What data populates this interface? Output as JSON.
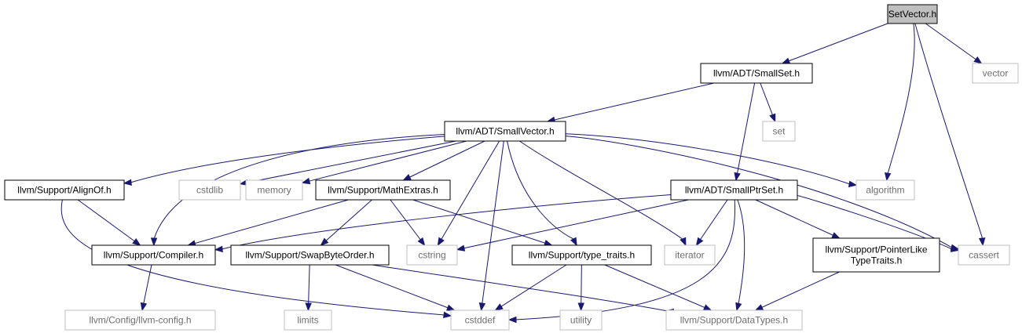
{
  "diagram": {
    "colors": {
      "edge": "#191970",
      "root_fill": "#bfbfbf",
      "node_border": "#000000",
      "external_border": "#bfbfbf",
      "external_text": "#6e6e6e"
    },
    "nodes": {
      "setvector": {
        "label": "SetVector.h",
        "kind": "root"
      },
      "smallset": {
        "label": "llvm/ADT/SmallSet.h",
        "kind": "internal"
      },
      "vector": {
        "label": "vector",
        "kind": "external"
      },
      "smallvector": {
        "label": "llvm/ADT/SmallVector.h",
        "kind": "internal"
      },
      "set": {
        "label": "set",
        "kind": "external"
      },
      "alignof": {
        "label": "llvm/Support/AlignOf.h",
        "kind": "internal"
      },
      "cstdlib": {
        "label": "cstdlib",
        "kind": "external"
      },
      "memory": {
        "label": "memory",
        "kind": "external"
      },
      "mathextras": {
        "label": "llvm/Support/MathExtras.h",
        "kind": "internal"
      },
      "smallptrset": {
        "label": "llvm/ADT/SmallPtrSet.h",
        "kind": "internal"
      },
      "algorithm": {
        "label": "algorithm",
        "kind": "external"
      },
      "compiler": {
        "label": "llvm/Support/Compiler.h",
        "kind": "internal"
      },
      "swapbyteorder": {
        "label": "llvm/Support/SwapByteOrder.h",
        "kind": "internal"
      },
      "cstring": {
        "label": "cstring",
        "kind": "external"
      },
      "typetraits": {
        "label": "llvm/Support/type_traits.h",
        "kind": "internal"
      },
      "iterator": {
        "label": "iterator",
        "kind": "external"
      },
      "pointerlike": {
        "label": "llvm/Support/PointerLike\nTypeTraits.h",
        "kind": "internal"
      },
      "cassert": {
        "label": "cassert",
        "kind": "external"
      },
      "llvmconfig": {
        "label": "llvm/Config/llvm-config.h",
        "kind": "external"
      },
      "limits": {
        "label": "limits",
        "kind": "external"
      },
      "cstddef": {
        "label": "cstddef",
        "kind": "external"
      },
      "utility": {
        "label": "utility",
        "kind": "external"
      },
      "datatypes": {
        "label": "llvm/Support/DataTypes.h",
        "kind": "external"
      }
    },
    "edges": [
      {
        "from": "setvector",
        "to": "smallset"
      },
      {
        "from": "setvector",
        "to": "vector"
      },
      {
        "from": "setvector",
        "to": "algorithm"
      },
      {
        "from": "setvector",
        "to": "cassert"
      },
      {
        "from": "smallset",
        "to": "smallvector"
      },
      {
        "from": "smallset",
        "to": "set"
      },
      {
        "from": "smallset",
        "to": "smallptrset"
      },
      {
        "from": "smallvector",
        "to": "alignof"
      },
      {
        "from": "smallvector",
        "to": "cstdlib"
      },
      {
        "from": "smallvector",
        "to": "memory"
      },
      {
        "from": "smallvector",
        "to": "mathextras"
      },
      {
        "from": "smallvector",
        "to": "compiler"
      },
      {
        "from": "smallvector",
        "to": "cstring"
      },
      {
        "from": "smallvector",
        "to": "cstddef"
      },
      {
        "from": "smallvector",
        "to": "typetraits"
      },
      {
        "from": "smallvector",
        "to": "iterator"
      },
      {
        "from": "smallvector",
        "to": "algorithm"
      },
      {
        "from": "smallvector",
        "to": "cassert"
      },
      {
        "from": "alignof",
        "to": "compiler"
      },
      {
        "from": "alignof",
        "to": "cstddef"
      },
      {
        "from": "mathextras",
        "to": "compiler"
      },
      {
        "from": "mathextras",
        "to": "swapbyteorder"
      },
      {
        "from": "mathextras",
        "to": "cstring"
      },
      {
        "from": "mathextras",
        "to": "typetraits"
      },
      {
        "from": "smallptrset",
        "to": "compiler"
      },
      {
        "from": "smallptrset",
        "to": "cstring"
      },
      {
        "from": "smallptrset",
        "to": "iterator"
      },
      {
        "from": "smallptrset",
        "to": "pointerlike"
      },
      {
        "from": "smallptrset",
        "to": "cassert"
      },
      {
        "from": "smallptrset",
        "to": "cstddef"
      },
      {
        "from": "smallptrset",
        "to": "datatypes"
      },
      {
        "from": "compiler",
        "to": "llvmconfig"
      },
      {
        "from": "swapbyteorder",
        "to": "limits"
      },
      {
        "from": "swapbyteorder",
        "to": "cstddef"
      },
      {
        "from": "swapbyteorder",
        "to": "datatypes"
      },
      {
        "from": "typetraits",
        "to": "cstddef"
      },
      {
        "from": "typetraits",
        "to": "utility"
      },
      {
        "from": "typetraits",
        "to": "datatypes"
      },
      {
        "from": "pointerlike",
        "to": "datatypes"
      }
    ]
  }
}
